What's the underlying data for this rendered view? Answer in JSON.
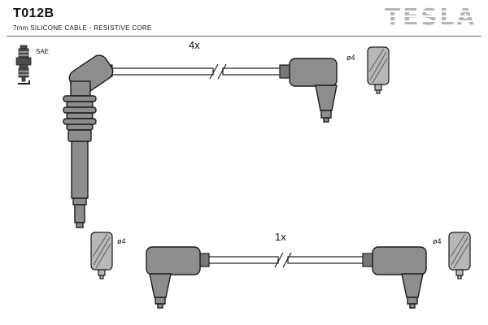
{
  "header": {
    "part_number": "T012B",
    "subtitle": "7mm SILICONE CABLE - RESISTIVE CORE",
    "brand": "TESLA"
  },
  "labels": {
    "sae": "SAE",
    "qty_top": "4x",
    "qty_bottom": "1x",
    "dia_top_right": "ø4",
    "dia_bottom_left": "ø4",
    "dia_bottom_right": "ø4"
  },
  "colors": {
    "brand_gray": "#b3b6b9",
    "outline": "#1c1c1c",
    "boot_fill": "#8d8d8d",
    "terminal_fill": "#b7b7b7",
    "background": "#ffffff"
  }
}
